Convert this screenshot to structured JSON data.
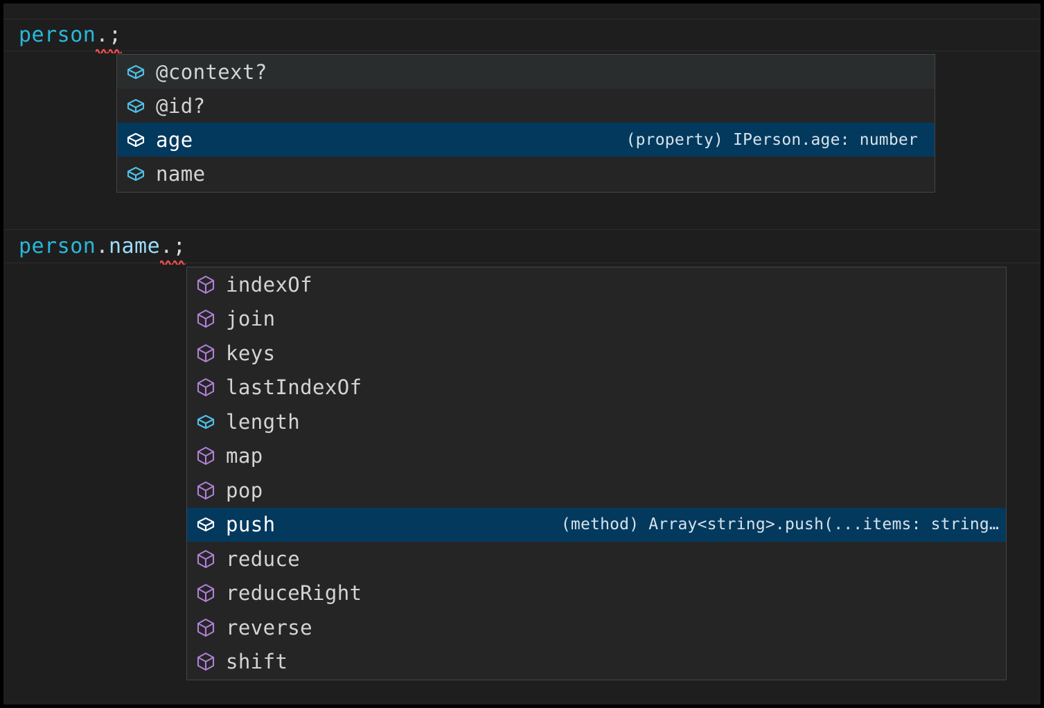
{
  "editor": {
    "background": "#1E1E1E",
    "lines": [
      {
        "id": "line-1",
        "segments": [
          {
            "text": "person",
            "kind": "variable"
          },
          {
            "text": ".",
            "kind": "punct",
            "error": true
          },
          {
            "text": ";",
            "kind": "semi",
            "error": true
          }
        ],
        "plain": "person.;"
      },
      {
        "id": "line-2",
        "segments": [
          {
            "text": "person",
            "kind": "variable"
          },
          {
            "text": ".",
            "kind": "punct"
          },
          {
            "text": "name",
            "kind": "property"
          },
          {
            "text": ".",
            "kind": "punct",
            "error": true
          },
          {
            "text": ";",
            "kind": "semi",
            "error": true
          }
        ],
        "plain": "person.name.;"
      }
    ]
  },
  "colors": {
    "accent_selected": "#04395E",
    "icon_property": "#4FC1E9",
    "icon_method": "#B180D7",
    "icon_selected": "#FFFFFF",
    "variable": "#29B8DB",
    "property": "#9CDCFE",
    "error_squiggle": "#F14C4C",
    "popup_background": "#252526",
    "popup_border": "#454545",
    "row_hover": "#2A2D2E"
  },
  "suggest_properties": {
    "name": "completion-list-person",
    "items": [
      {
        "label": "@context?",
        "icon": "property-cube-icon",
        "icon_kind": "property",
        "state": "hover",
        "detail": ""
      },
      {
        "label": "@id?",
        "icon": "property-cube-icon",
        "icon_kind": "property",
        "state": "normal",
        "detail": ""
      },
      {
        "label": "age",
        "icon": "property-cube-icon",
        "icon_kind": "selected",
        "state": "selected",
        "detail": "(property) IPerson.age: number"
      },
      {
        "label": "name",
        "icon": "property-cube-icon",
        "icon_kind": "property",
        "state": "normal",
        "detail": ""
      }
    ]
  },
  "suggest_members": {
    "name": "completion-list-person-name",
    "items": [
      {
        "label": "indexOf",
        "icon": "method-cube-icon",
        "icon_kind": "method",
        "state": "normal",
        "detail": ""
      },
      {
        "label": "join",
        "icon": "method-cube-icon",
        "icon_kind": "method",
        "state": "normal",
        "detail": ""
      },
      {
        "label": "keys",
        "icon": "method-cube-icon",
        "icon_kind": "method",
        "state": "normal",
        "detail": ""
      },
      {
        "label": "lastIndexOf",
        "icon": "method-cube-icon",
        "icon_kind": "method",
        "state": "normal",
        "detail": ""
      },
      {
        "label": "length",
        "icon": "property-cube-icon",
        "icon_kind": "property",
        "state": "normal",
        "detail": ""
      },
      {
        "label": "map",
        "icon": "method-cube-icon",
        "icon_kind": "method",
        "state": "normal",
        "detail": ""
      },
      {
        "label": "pop",
        "icon": "method-cube-icon",
        "icon_kind": "method",
        "state": "normal",
        "detail": ""
      },
      {
        "label": "push",
        "icon": "method-cube-icon",
        "icon_kind": "selected",
        "state": "selected",
        "detail": "(method) Array<string>.push(...items: string…"
      },
      {
        "label": "reduce",
        "icon": "method-cube-icon",
        "icon_kind": "method",
        "state": "normal",
        "detail": ""
      },
      {
        "label": "reduceRight",
        "icon": "method-cube-icon",
        "icon_kind": "method",
        "state": "normal",
        "detail": ""
      },
      {
        "label": "reverse",
        "icon": "method-cube-icon",
        "icon_kind": "method",
        "state": "normal",
        "detail": ""
      },
      {
        "label": "shift",
        "icon": "method-cube-icon",
        "icon_kind": "method",
        "state": "normal",
        "detail": ""
      }
    ]
  }
}
